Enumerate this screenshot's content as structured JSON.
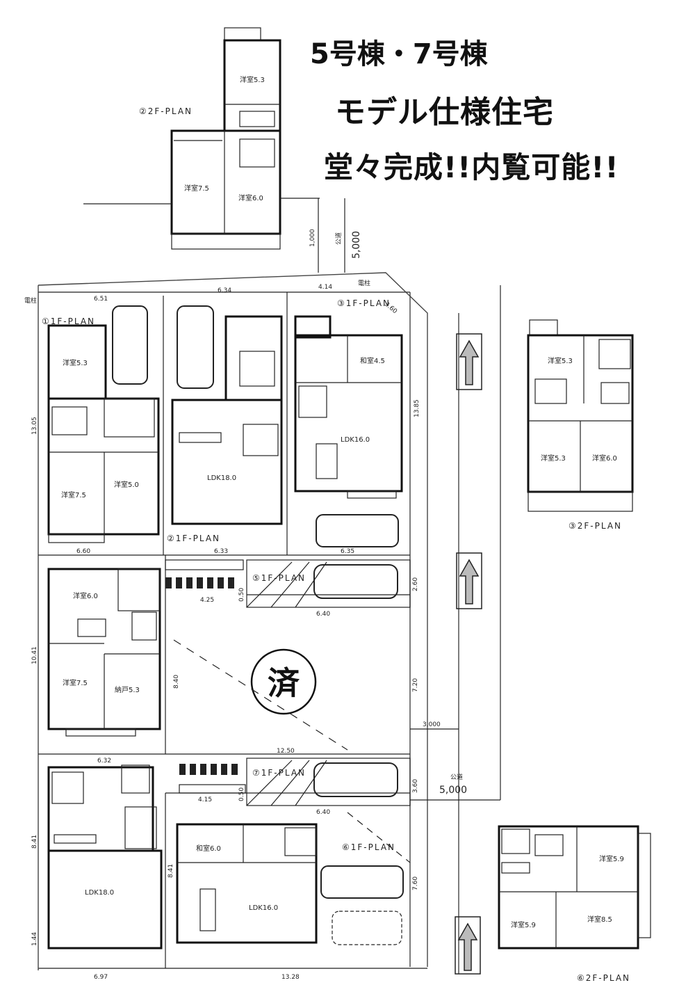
{
  "headline": {
    "line1": "5号棟・7号棟",
    "line2": "モデル仕様住宅",
    "line3": "堂々完成!!内覧可能!!"
  },
  "sold_mark": "済",
  "plans": {
    "p2_2f": "②2F-PLAN",
    "p1_1f": "①1F-PLAN",
    "p2_1f": "②1F-PLAN",
    "p3_1f": "③1F-PLAN",
    "p3_2f": "③2F-PLAN",
    "p5_1f": "⑤1F-PLAN",
    "p7_1f": "⑦1F-PLAN",
    "p6_1f": "⑥1F-PLAN",
    "p6_2f": "⑥2F-PLAN"
  },
  "rooms": {
    "a": "洋室5.3",
    "b": "洋室7.5",
    "c": "洋室6.0",
    "d": "洋室5.3",
    "e": "洋室7.5",
    "f": "洋室5.0",
    "g": "和室4.5",
    "h": "LDK18.0",
    "i": "LDK16.0",
    "j": "洋室5.3",
    "k": "洋室5.3",
    "l": "洋室6.0",
    "m": "洋室6.0",
    "n": "洋室7.5",
    "o": "納戸5.3",
    "p": "LDK18.0",
    "q": "和室6.0",
    "r": "LDK16.0",
    "s": "洋室5.9",
    "t": "洋室5.9",
    "u": "洋室8.5"
  },
  "dims": {
    "d1": "1,000",
    "d2": "5,000",
    "d3": "6.51",
    "d4": "6.34",
    "d5": "4.14",
    "d6": "13.05",
    "d7": "13.85",
    "d8": "6.60",
    "d9": "6.33",
    "d10": "6.35",
    "d11": "4.25",
    "d12": "6.40",
    "d13": "10.41",
    "d14": "8.40",
    "d15": "7.20",
    "d16": "3,000",
    "d17": "12.50",
    "d18": "6.32",
    "d19": "4.15",
    "d20": "6.40",
    "d21": "5,000",
    "d22": "13.28",
    "d23": "6.97",
    "d24": "8.41",
    "d25": "1.44",
    "d26": "2.60",
    "d27": "3.60",
    "d28": "7.60",
    "road1": "公道",
    "road2": "公道",
    "pole": "電柱",
    "pole2": "電柱",
    "road_w": "3.60",
    "d30": "8.41",
    "d31": "0.50",
    "d32": "0.50"
  }
}
